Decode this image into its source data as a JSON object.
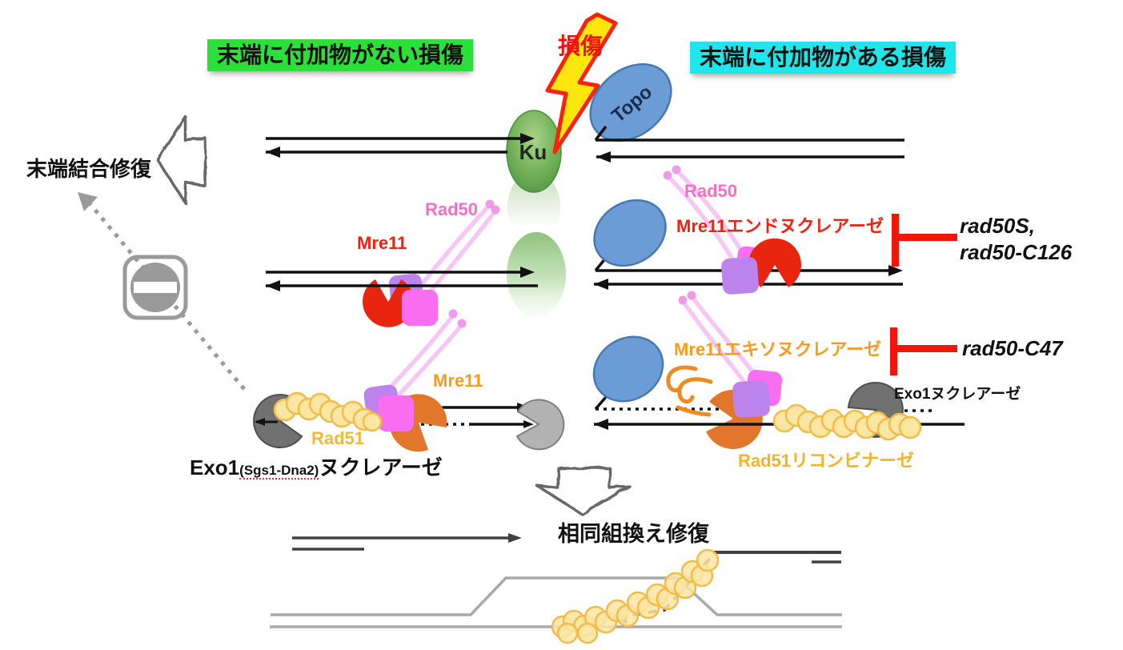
{
  "headers": {
    "no_adduct": "末端に付加物がない損傷",
    "adduct": "末端に付加物がある損傷",
    "damage": "損傷"
  },
  "pathways": {
    "end_joining": "末端結合修復",
    "homologous_recombination": "相同組換え修復"
  },
  "proteins": {
    "ku": "Ku",
    "topo": "Topo",
    "rad50": "Rad50",
    "mre11": "Mre11",
    "mre11_endonuclease": "Mre11エンドヌクレアーゼ",
    "mre11_exonuclease": "Mre11エキソヌクレアーゼ",
    "rad51": "Rad51",
    "rad51_recombinase": "Rad51リコンビナーゼ",
    "exo1_nuclease": "Exo1ヌクレアーゼ",
    "exo1": "Exo1",
    "sgs1_dna2": "(Sgs1-Dna2)",
    "nuclease_suffix": "ヌクレアーゼ"
  },
  "mutants": {
    "rad50S": "rad50S,",
    "rad50_C126": "rad50-C126",
    "rad50_C47": "rad50-C47"
  },
  "colors": {
    "green_label_bg": "#2CE03A",
    "cyan_label_bg": "#1FE6EA",
    "damage_red": "#EE1111",
    "inhibit_red": "#F2150A",
    "rad50_pink": "#F470C5",
    "mre11_red": "#ED2213",
    "mre11_orange": "#F59B1E",
    "rad51_gold": "#EFB93C",
    "ku_green": "#55A048",
    "topo_blue": "#6C9CD6",
    "lightning_yellow": "#FFE70E"
  }
}
